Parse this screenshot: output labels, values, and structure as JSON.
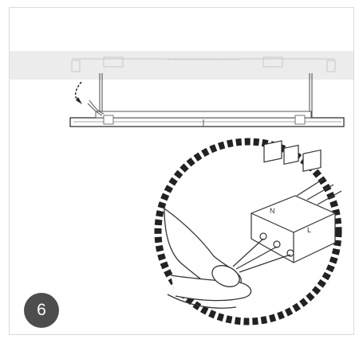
{
  "step": {
    "number": "6"
  },
  "illustration": {
    "connector_labels": [
      "N",
      "L"
    ],
    "icons": [
      "panel-light-icon",
      "cable-bend-arrow-icon",
      "terminal-connector-icon",
      "hand-icon"
    ],
    "colors": {
      "badge": "#4d4d4d",
      "ceiling": "#ececec",
      "line": "#333333",
      "dashed_ring": "#222222"
    }
  }
}
